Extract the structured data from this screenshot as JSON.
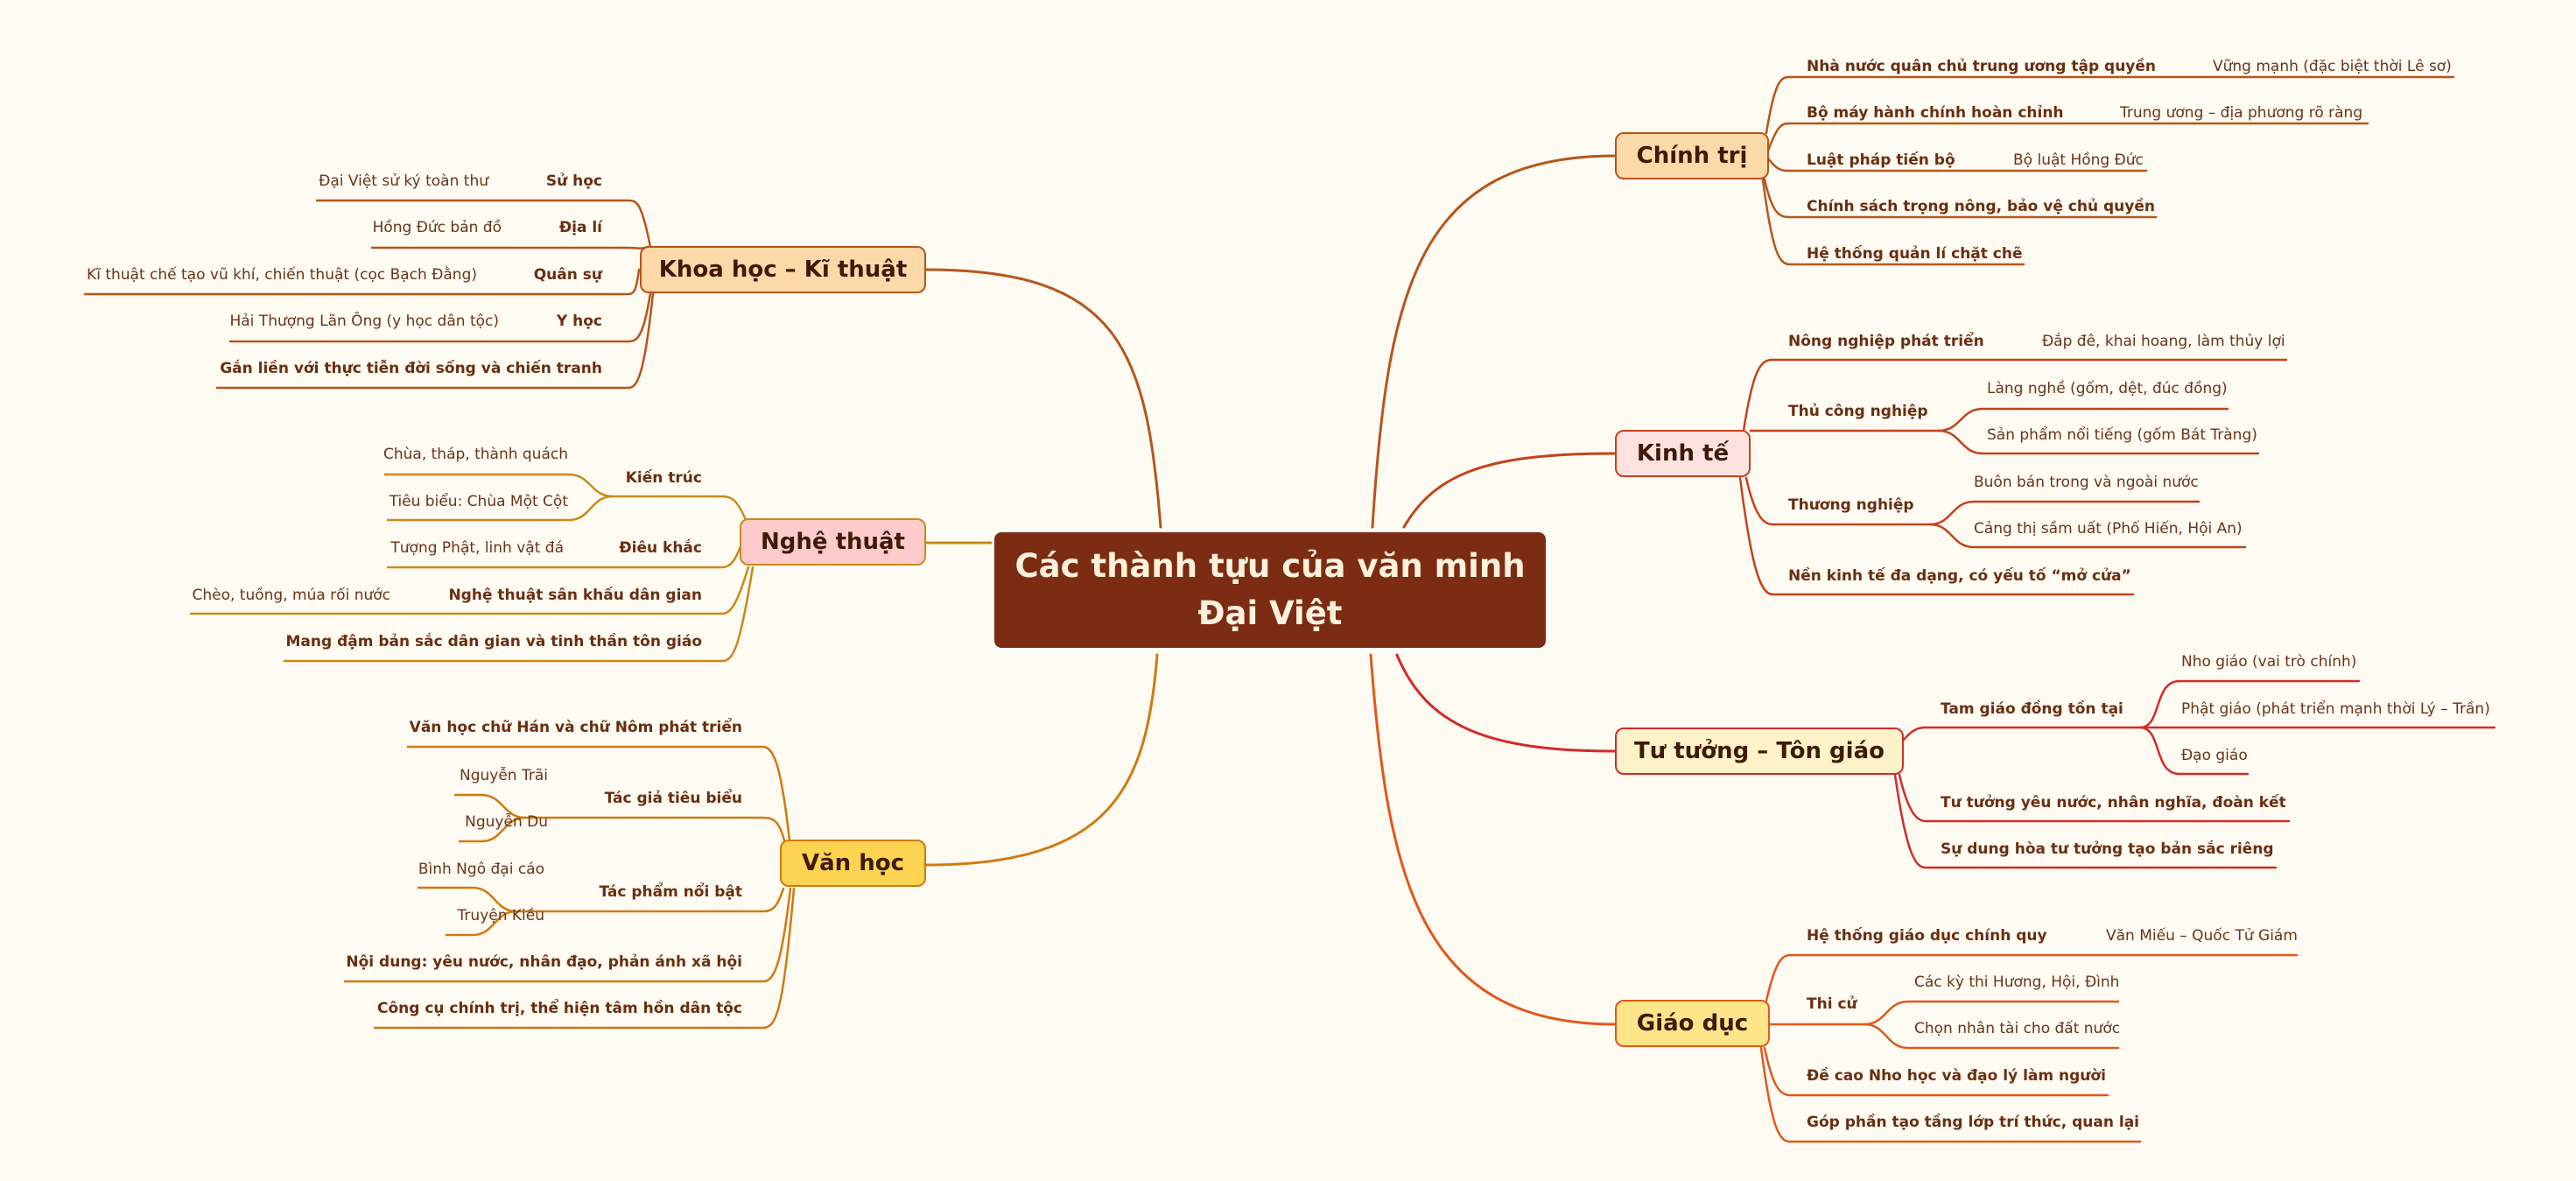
{
  "root": {
    "line1": "Các thành tựu của văn minh",
    "line2": "Đại Việt"
  },
  "colors": {
    "background": "#fefbf3",
    "root_fill": "#7b2c13",
    "root_text": "#fdf1dc",
    "chinh_tri": {
      "fill": "#fdd8a8",
      "stroke": "#b5561a"
    },
    "kinh_te": {
      "fill": "#fde2e0",
      "stroke": "#c2431a"
    },
    "tu_tuong": {
      "fill": "#fdf2c8",
      "stroke": "#d22b2b"
    },
    "giao_duc": {
      "fill": "#fde58a",
      "stroke": "#e2581a"
    },
    "khoa_hoc": {
      "fill": "#fdd8a8",
      "stroke": "#b5561a"
    },
    "nghe_thuat": {
      "fill": "#fdcbcb",
      "stroke": "#c98a1a"
    },
    "van_hoc": {
      "fill": "#fdd452",
      "stroke": "#d07a10"
    }
  },
  "branches": {
    "chinh_tri": {
      "label": "Chính trị",
      "items": [
        {
          "label": "Nhà nước quân chủ trung ương tập quyền",
          "detail": "Vững mạnh (đặc biệt thời Lê sơ)"
        },
        {
          "label": "Bộ máy hành chính hoàn chỉnh",
          "detail": "Trung ương – địa phương rõ ràng"
        },
        {
          "label": "Luật pháp tiến bộ",
          "detail": "Bộ luật Hồng Đức"
        },
        {
          "label": "Chính sách trọng nông, bảo vệ chủ quyền"
        },
        {
          "label": "Hệ thống quản lí chặt chẽ"
        }
      ]
    },
    "kinh_te": {
      "label": "Kinh tế",
      "items": [
        {
          "label": "Nông nghiệp phát triển",
          "detail": "Đắp đê, khai hoang, làm thủy lợi"
        },
        {
          "label": "Thủ công nghiệp",
          "children": [
            "Làng nghề (gốm, dệt, đúc đồng)",
            "Sản phẩm nổi tiếng (gốm Bát Tràng)"
          ]
        },
        {
          "label": "Thương nghiệp",
          "children": [
            "Buôn bán trong và ngoài nước",
            "Cảng thị sầm uất (Phố Hiến, Hội An)"
          ]
        },
        {
          "label": "Nền kinh tế đa dạng, có yếu tố “mở cửa”"
        }
      ]
    },
    "tu_tuong": {
      "label": "Tư tưởng – Tôn giáo",
      "items": [
        {
          "label": "Tam giáo đồng tồn tại",
          "children": [
            "Nho giáo (vai trò chính)",
            "Phật giáo (phát triển mạnh thời Lý – Trần)",
            "Đạo giáo"
          ]
        },
        {
          "label": "Tư tưởng yêu nước, nhân nghĩa, đoàn kết"
        },
        {
          "label": "Sự dung hòa tư tưởng tạo bản sắc riêng"
        }
      ]
    },
    "giao_duc": {
      "label": "Giáo dục",
      "items": [
        {
          "label": "Hệ thống giáo dục chính quy",
          "detail": "Văn Miếu – Quốc Tử Giám"
        },
        {
          "label": "Thi cử",
          "children": [
            "Các kỳ thi Hương, Hội, Đình",
            "Chọn nhân tài cho đất nước"
          ]
        },
        {
          "label": "Đề cao Nho học và đạo lý làm người"
        },
        {
          "label": "Góp phần tạo tầng lớp trí thức, quan lại"
        }
      ]
    },
    "khoa_hoc": {
      "label": "Khoa học – Kĩ thuật",
      "items": [
        {
          "label": "Sử học",
          "detail": "Đại Việt sử ký toàn thư"
        },
        {
          "label": "Địa lí",
          "detail": "Hồng Đức bản đồ"
        },
        {
          "label": "Quân sự",
          "detail": "Kĩ thuật chế tạo vũ khí, chiến thuật (cọc Bạch Đằng)"
        },
        {
          "label": "Y học",
          "detail": "Hải Thượng Lãn Ông (y học dân tộc)"
        },
        {
          "label": "Gắn liền với thực tiễn đời sống và chiến tranh"
        }
      ]
    },
    "nghe_thuat": {
      "label": "Nghệ thuật",
      "items": [
        {
          "label": "Kiến trúc",
          "children": [
            "Chùa, tháp, thành quách",
            "Tiêu biểu: Chùa Một Cột"
          ]
        },
        {
          "label": "Điêu khắc",
          "detail": "Tượng Phật, linh vật đá"
        },
        {
          "label": "Nghệ thuật sân khấu dân gian",
          "detail": "Chèo, tuồng, múa rối nước"
        },
        {
          "label": "Mang đậm bản sắc dân gian và tinh thần tôn giáo"
        }
      ]
    },
    "van_hoc": {
      "label": "Văn học",
      "items": [
        {
          "label": "Văn học chữ Hán và chữ Nôm phát triển"
        },
        {
          "label": "Tác giả tiêu biểu",
          "children": [
            "Nguyễn Trãi",
            "Nguyễn Du"
          ]
        },
        {
          "label": "Tác phẩm nổi bật",
          "children": [
            "Bình Ngô đại cáo",
            "Truyện Kiều"
          ]
        },
        {
          "label": "Nội dung: yêu nước, nhân đạo, phản ánh xã hội"
        },
        {
          "label": "Công cụ chính trị, thể hiện tâm hồn dân tộc"
        }
      ]
    }
  }
}
